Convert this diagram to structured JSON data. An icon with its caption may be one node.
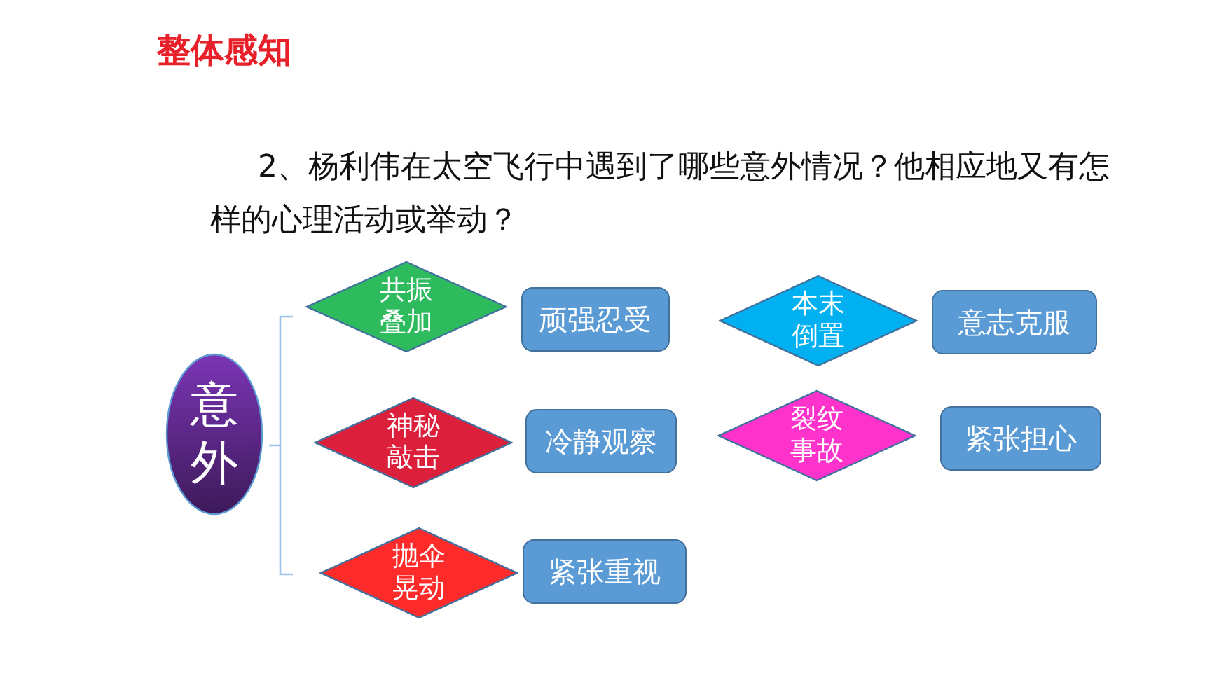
{
  "diagram": {
    "title": "整体感知",
    "nodes": [
      {
        "text": [
          "意外"
        ]
      },
      {
        "text": [
          "共振叠加"
        ]
      },
      {
        "text": [
          "顽强忍受"
        ]
      },
      {
        "text": [
          "本末倒置"
        ]
      },
      {
        "text": [
          "意志克服"
        ]
      },
      {
        "text": [
          "神秘敲击"
        ]
      },
      {
        "text": [
          "冷静观察"
        ]
      },
      {
        "text": [
          "裂纹事故"
        ]
      },
      {
        "text": [
          "紧张担心"
        ]
      },
      {
        "text": [
          "抛伞晃动"
        ]
      },
      {
        "text": [
          "紧张重视"
        ]
      }
    ],
    "labels": [
      "2、杨利伟在太空飞行中遇到了哪些意外情况？他相应地又有怎样的心理活动或举动？"
    ]
  }
}
